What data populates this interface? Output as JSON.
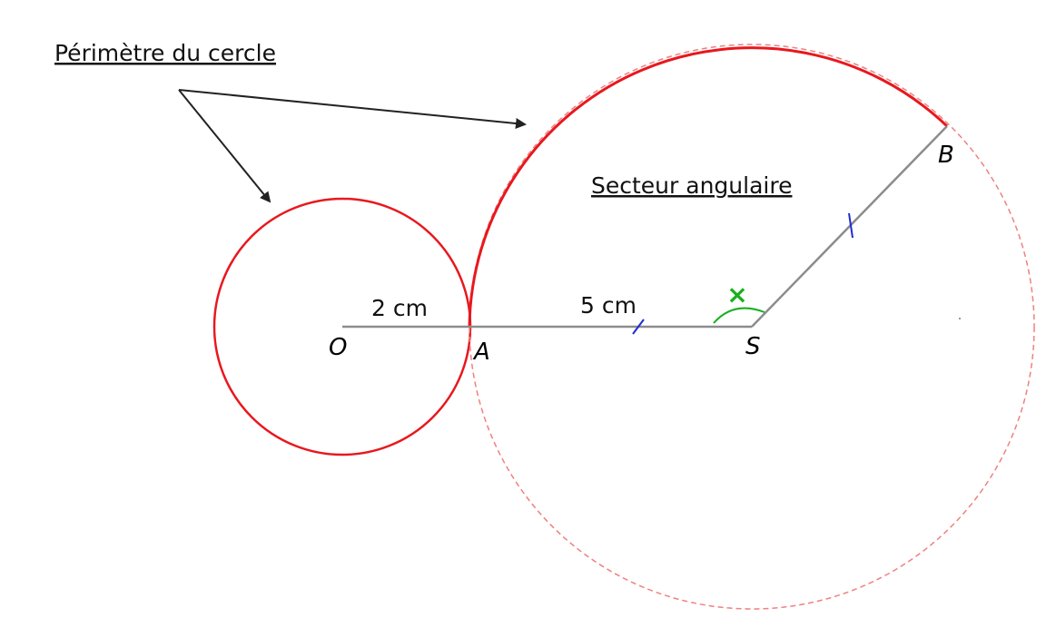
{
  "labels": {
    "perimeter_title": "Périmètre du cercle",
    "sector_title": "Secteur angulaire",
    "dim_small": "2 cm",
    "dim_large": "5 cm",
    "angle_mark": "×",
    "point_o": "O",
    "point_a": "A",
    "point_s": "S",
    "point_b": "B"
  },
  "colors": {
    "circle": "#e8181e",
    "circle_dashed": "#f08080",
    "segment": "#8c8c8c",
    "tick": "#1f2bd6",
    "angle": "#19b01f",
    "arrow": "#222222",
    "text": "#111111"
  }
}
